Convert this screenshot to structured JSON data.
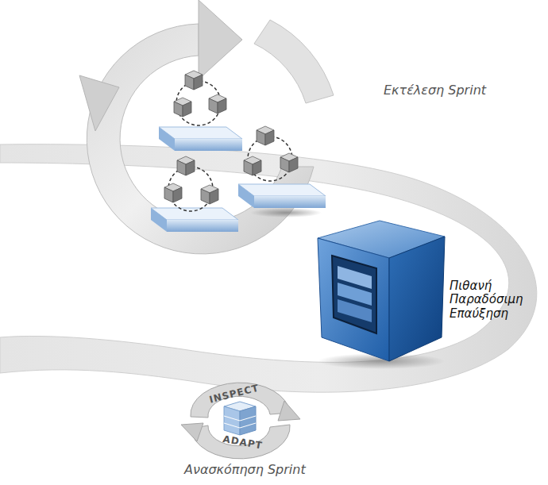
{
  "diagram": {
    "labels": [
      "Εκτέλεση Sprint",
      "Πιθανή Παραδόσιμη Επαύξηση",
      "INSPECT",
      "ADAPT",
      "Ανασκόπηση Sprint"
    ]
  }
}
